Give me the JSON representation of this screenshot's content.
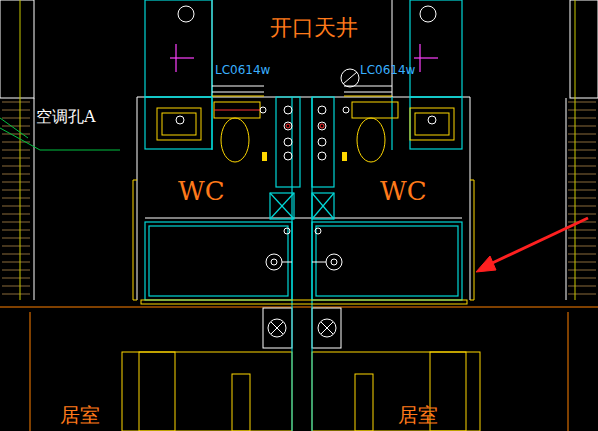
{
  "diagram": {
    "labels": [
      "开口天井",
      "LC0614w",
      "LC0614w",
      "空调孔A",
      "WC",
      "WC",
      "居室",
      "居室"
    ]
  }
}
